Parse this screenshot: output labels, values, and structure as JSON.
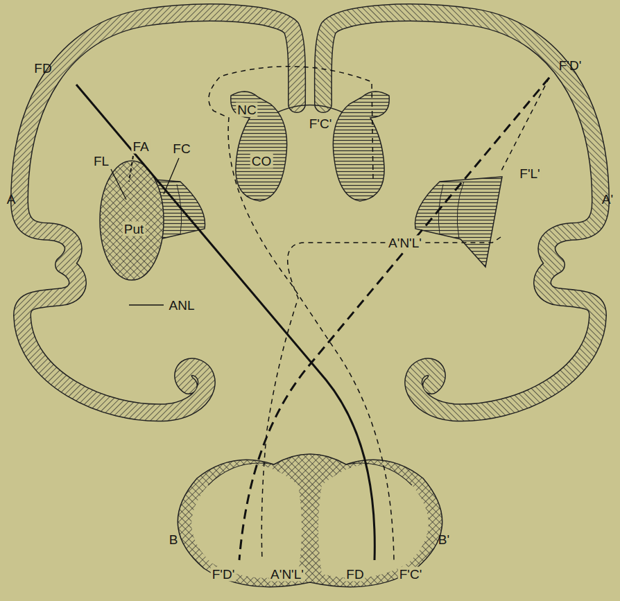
{
  "diagram": {
    "labels": [
      "FD",
      "F'D'",
      "A",
      "FL",
      "FA",
      "FC",
      "F'C'",
      "F'L'",
      "A'",
      "NC",
      "CO",
      "Put",
      "ANL",
      "A'N'L'",
      "B",
      "F'D'",
      "A'N'L'",
      "FD",
      "F'C'",
      "B'"
    ]
  }
}
